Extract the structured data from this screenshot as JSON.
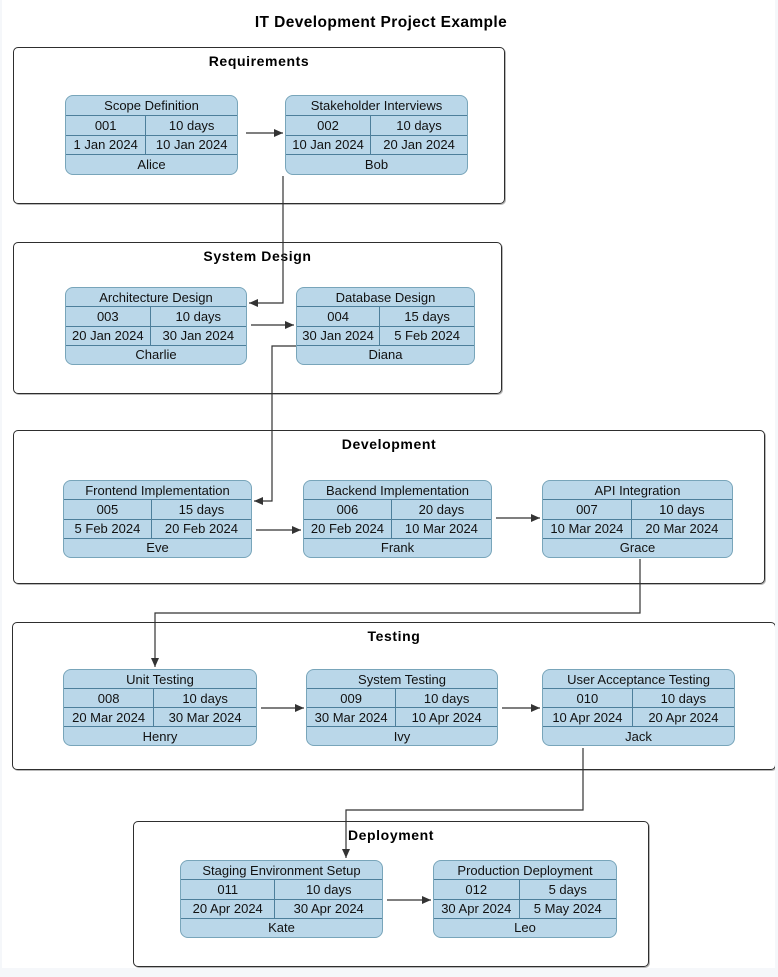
{
  "title": "IT Development Project Example",
  "phases": [
    {
      "name": "Requirements",
      "tasks": [
        {
          "name": "Scope Definition",
          "id": "001",
          "duration": "10 days",
          "start": "1 Jan 2024",
          "end": "10 Jan 2024",
          "assignee": "Alice"
        },
        {
          "name": "Stakeholder Interviews",
          "id": "002",
          "duration": "10 days",
          "start": "10 Jan 2024",
          "end": "20 Jan 2024",
          "assignee": "Bob"
        }
      ]
    },
    {
      "name": "System Design",
      "tasks": [
        {
          "name": "Architecture Design",
          "id": "003",
          "duration": "10 days",
          "start": "20 Jan 2024",
          "end": "30 Jan 2024",
          "assignee": "Charlie"
        },
        {
          "name": "Database Design",
          "id": "004",
          "duration": "15 days",
          "start": "30 Jan 2024",
          "end": "5 Feb 2024",
          "assignee": "Diana"
        }
      ]
    },
    {
      "name": "Development",
      "tasks": [
        {
          "name": "Frontend Implementation",
          "id": "005",
          "duration": "15 days",
          "start": "5 Feb 2024",
          "end": "20 Feb 2024",
          "assignee": "Eve"
        },
        {
          "name": "Backend Implementation",
          "id": "006",
          "duration": "20 days",
          "start": "20 Feb 2024",
          "end": "10 Mar 2024",
          "assignee": "Frank"
        },
        {
          "name": "API Integration",
          "id": "007",
          "duration": "10 days",
          "start": "10 Mar 2024",
          "end": "20 Mar 2024",
          "assignee": "Grace"
        }
      ]
    },
    {
      "name": "Testing",
      "tasks": [
        {
          "name": "Unit Testing",
          "id": "008",
          "duration": "10 days",
          "start": "20 Mar 2024",
          "end": "30 Mar 2024",
          "assignee": "Henry"
        },
        {
          "name": "System Testing",
          "id": "009",
          "duration": "10 days",
          "start": "30 Mar 2024",
          "end": "10 Apr 2024",
          "assignee": "Ivy"
        },
        {
          "name": "User Acceptance Testing",
          "id": "010",
          "duration": "10 days",
          "start": "10 Apr 2024",
          "end": "20 Apr 2024",
          "assignee": "Jack"
        }
      ]
    },
    {
      "name": "Deployment",
      "tasks": [
        {
          "name": "Staging Environment Setup",
          "id": "011",
          "duration": "10 days",
          "start": "20 Apr 2024",
          "end": "30 Apr 2024",
          "assignee": "Kate"
        },
        {
          "name": "Production Deployment",
          "id": "012",
          "duration": "5 days",
          "start": "30 Apr 2024",
          "end": "5 May 2024",
          "assignee": "Leo"
        }
      ]
    }
  ],
  "colors": {
    "card_fill": "#bad7e9",
    "card_border": "#78a5ba",
    "card_divider": "#4d7f9b",
    "connector": "#333333",
    "box_border": "#2e2e2e"
  }
}
